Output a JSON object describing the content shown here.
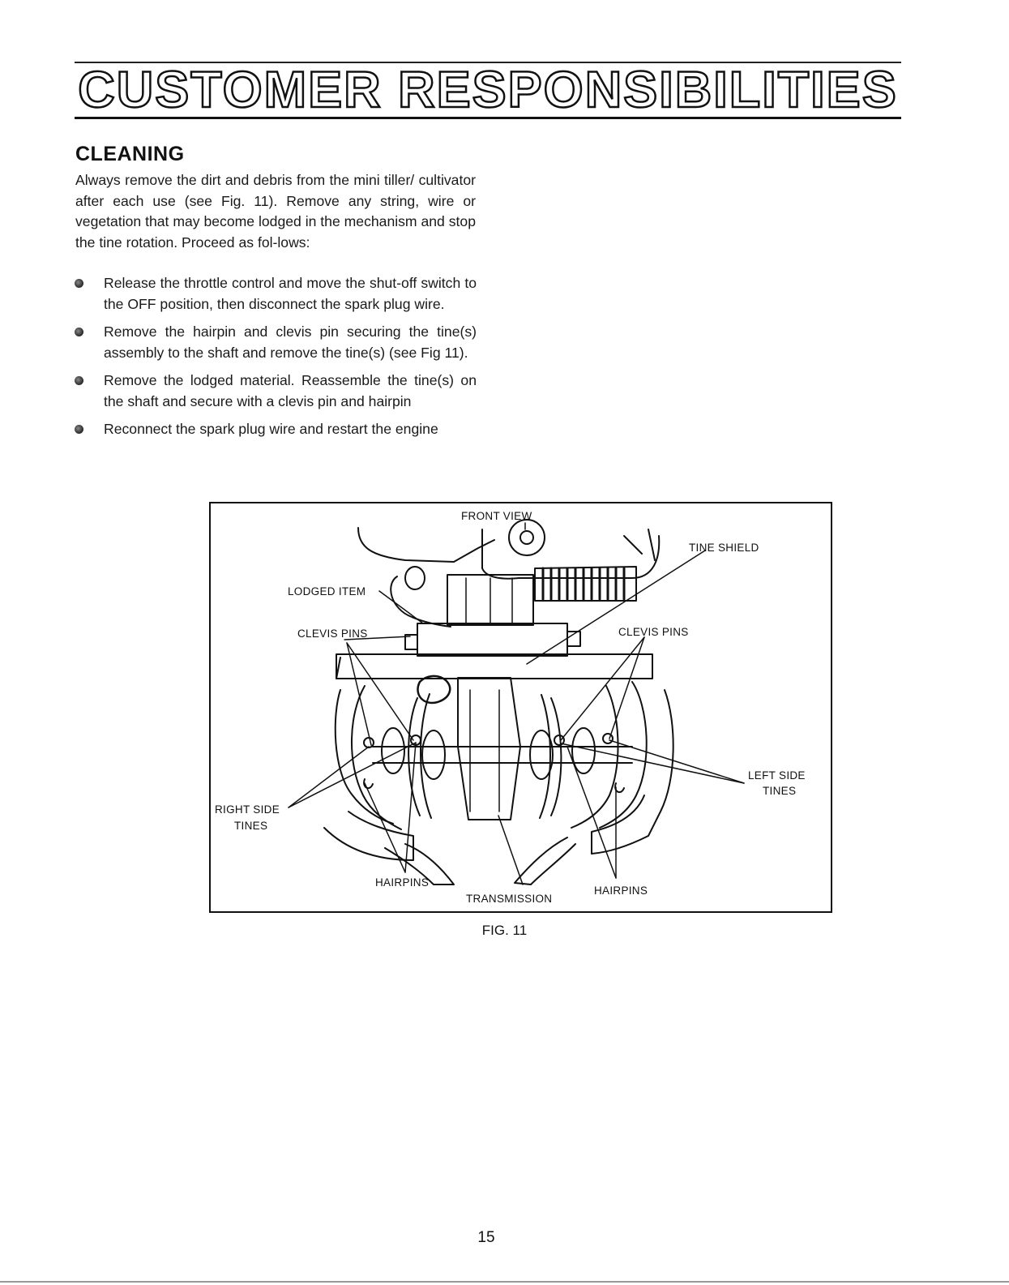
{
  "header": {
    "title": "CUSTOMER RESPONSIBILITIES"
  },
  "section": {
    "heading": "CLEANING",
    "intro": "Always remove the dirt and debris from the mini tiller/ cultivator after each use (see Fig. 11). Remove any string, wire or vegetation that may become lodged in the mechanism and stop the tine rotation. Proceed as fol-lows:",
    "steps": [
      "Release the throttle control and move the shut-off switch to the OFF position, then disconnect the spark plug wire.",
      "Remove the hairpin and clevis pin securing the tine(s) assembly to the shaft and remove the tine(s) (see Fig 11).",
      "Remove the lodged material. Reassemble the tine(s) on the shaft and secure with a clevis pin and hairpin",
      "Reconnect the spark plug wire and restart the engine"
    ]
  },
  "figure": {
    "labels": {
      "front_view": "FRONT VIEW",
      "tine_shield": "TINE SHIELD",
      "lodged_item": "LODGED ITEM",
      "clevis_pins_left": "CLEVIS PINS",
      "clevis_pins_right": "CLEVIS PINS",
      "left_side_tines_1": "LEFT SIDE",
      "left_side_tines_2": "TINES",
      "right_side_tines_1": "RIGHT SIDE",
      "right_side_tines_2": "TINES",
      "hairpins_left": "HAIRPINS",
      "transmission": "TRANSMISSION",
      "hairpins_right": "HAIRPINS"
    },
    "caption": "FIG. 11"
  },
  "page_number": "15"
}
